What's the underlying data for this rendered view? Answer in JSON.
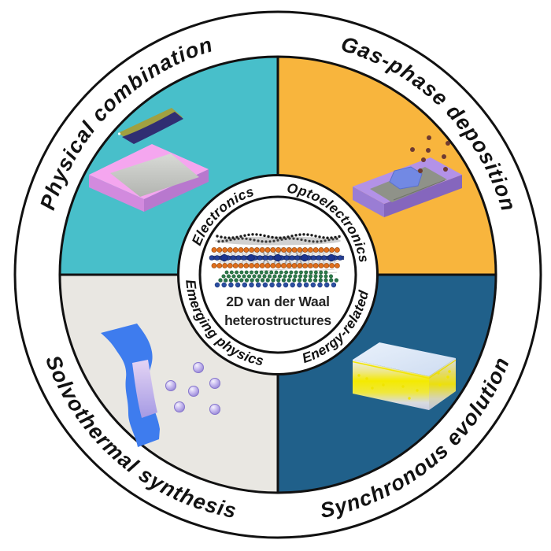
{
  "figure": {
    "title": {
      "line1": "2D van der Waal",
      "line2": "heterostructures"
    },
    "quadrants": {
      "top_left": {
        "label": "Physical combination",
        "color": "#48bfca"
      },
      "top_right": {
        "label": "Gas-phase deposition",
        "color": "#f8b53d"
      },
      "bottom_left": {
        "label": "Solvothermal synthesis",
        "color": "#e9e7e2"
      },
      "bottom_right": {
        "label": "Synchronous evolution",
        "color": "#20608a"
      }
    },
    "applications": {
      "top_left": "Electronics",
      "top_right": "Optoelectronics",
      "bottom_left": "Emerging physics",
      "bottom_right": "Energy-related"
    }
  }
}
